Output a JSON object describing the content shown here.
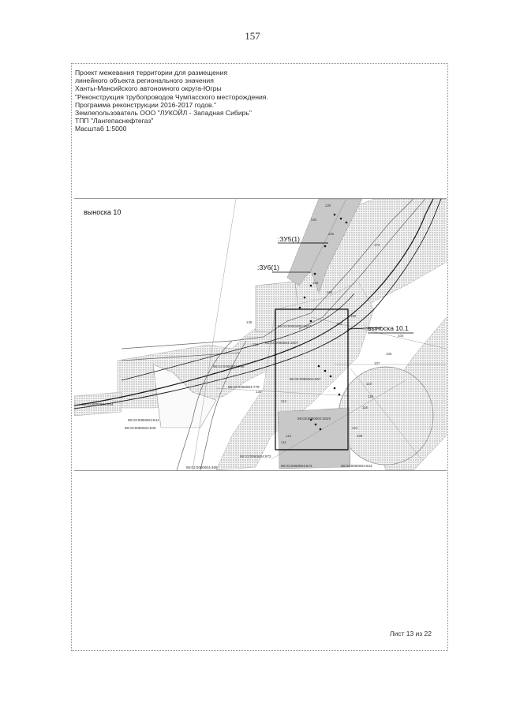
{
  "page_number": "157",
  "header": {
    "lines": [
      "Проект межевания территории для размещения",
      "линейного объекта регионального значения",
      "Ханты-Мансийского автономного округа-Югры",
      "\"Реконструкция трубопроводов Чумпасского месторождения.",
      "Программа реконструкции 2016-2017 годов.\"",
      "Землепользователь ООО \"ЛУКОЙЛ - Западная Сибирь\"",
      "ТПП \"Лангепаснефтегаз\"",
      "Масштаб 1:5000"
    ]
  },
  "map": {
    "title": "выноска 10",
    "callout_label": "выноска 10.1",
    "zone_labels": [
      ":ЗУ5(1)",
      ":ЗУ6(1)"
    ],
    "parcel_labels": [
      "86:03:0000000:1327",
      "86:03:0060604:1007",
      "86:03:0060604:779",
      "86:03:0050604:798",
      "86:03:0050604:557",
      "86:03:0050604:594",
      "86:03:0050604:541",
      "86:03:0050604:840",
      "86:03:0050604:1026",
      "86:03:0060604:972",
      "86:03:0060604:469",
      "86:03:0060604:523",
      "86:03:0060604:573"
    ],
    "point_numbers": [
      "228",
      "226",
      "225",
      "174",
      "152",
      "153",
      "150",
      "151",
      "135",
      "134",
      "133",
      "119",
      "118",
      "116",
      "113",
      "112",
      "111",
      "110",
      "109",
      "108",
      "107",
      "104"
    ]
  },
  "footer": {
    "sheet_label": "Лист 13 из 22"
  }
}
